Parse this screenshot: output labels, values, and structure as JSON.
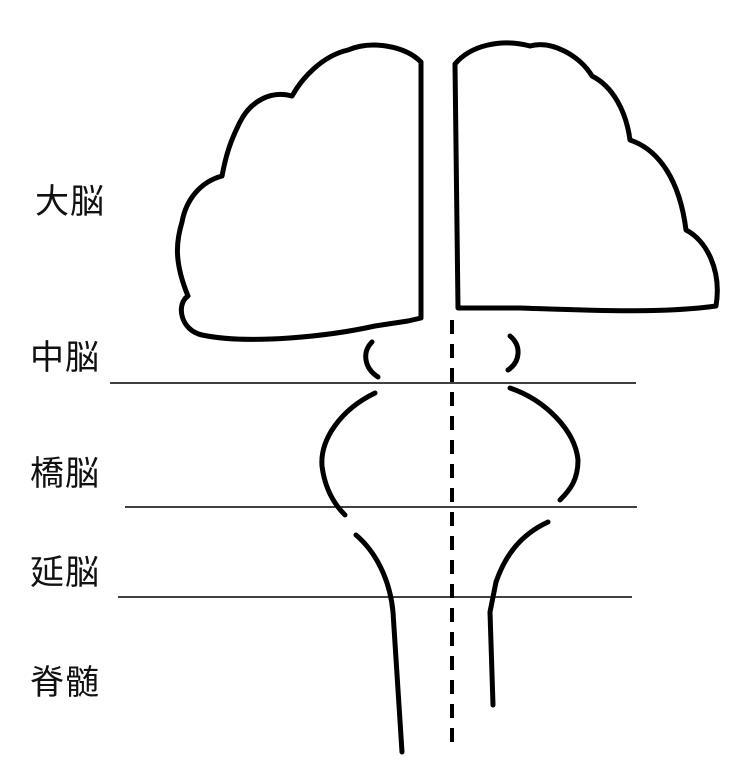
{
  "labels": {
    "cerebrum": "大脳",
    "midbrain": "中脳",
    "pons": "橋脳",
    "medulla": "延脳",
    "spinal_cord": "脊髄"
  }
}
